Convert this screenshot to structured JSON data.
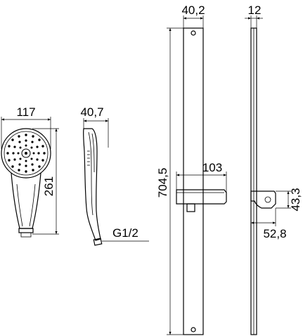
{
  "dimensions": {
    "handshower_width": "117",
    "handshower_length": "261",
    "handshower_depth": "40,7",
    "thread": "G1/2",
    "rail_width": "40,2",
    "rail_height": "704,5",
    "holder_width": "103",
    "rail_depth": "12",
    "holder_height": "43,3",
    "holder_projection": "52,8"
  }
}
